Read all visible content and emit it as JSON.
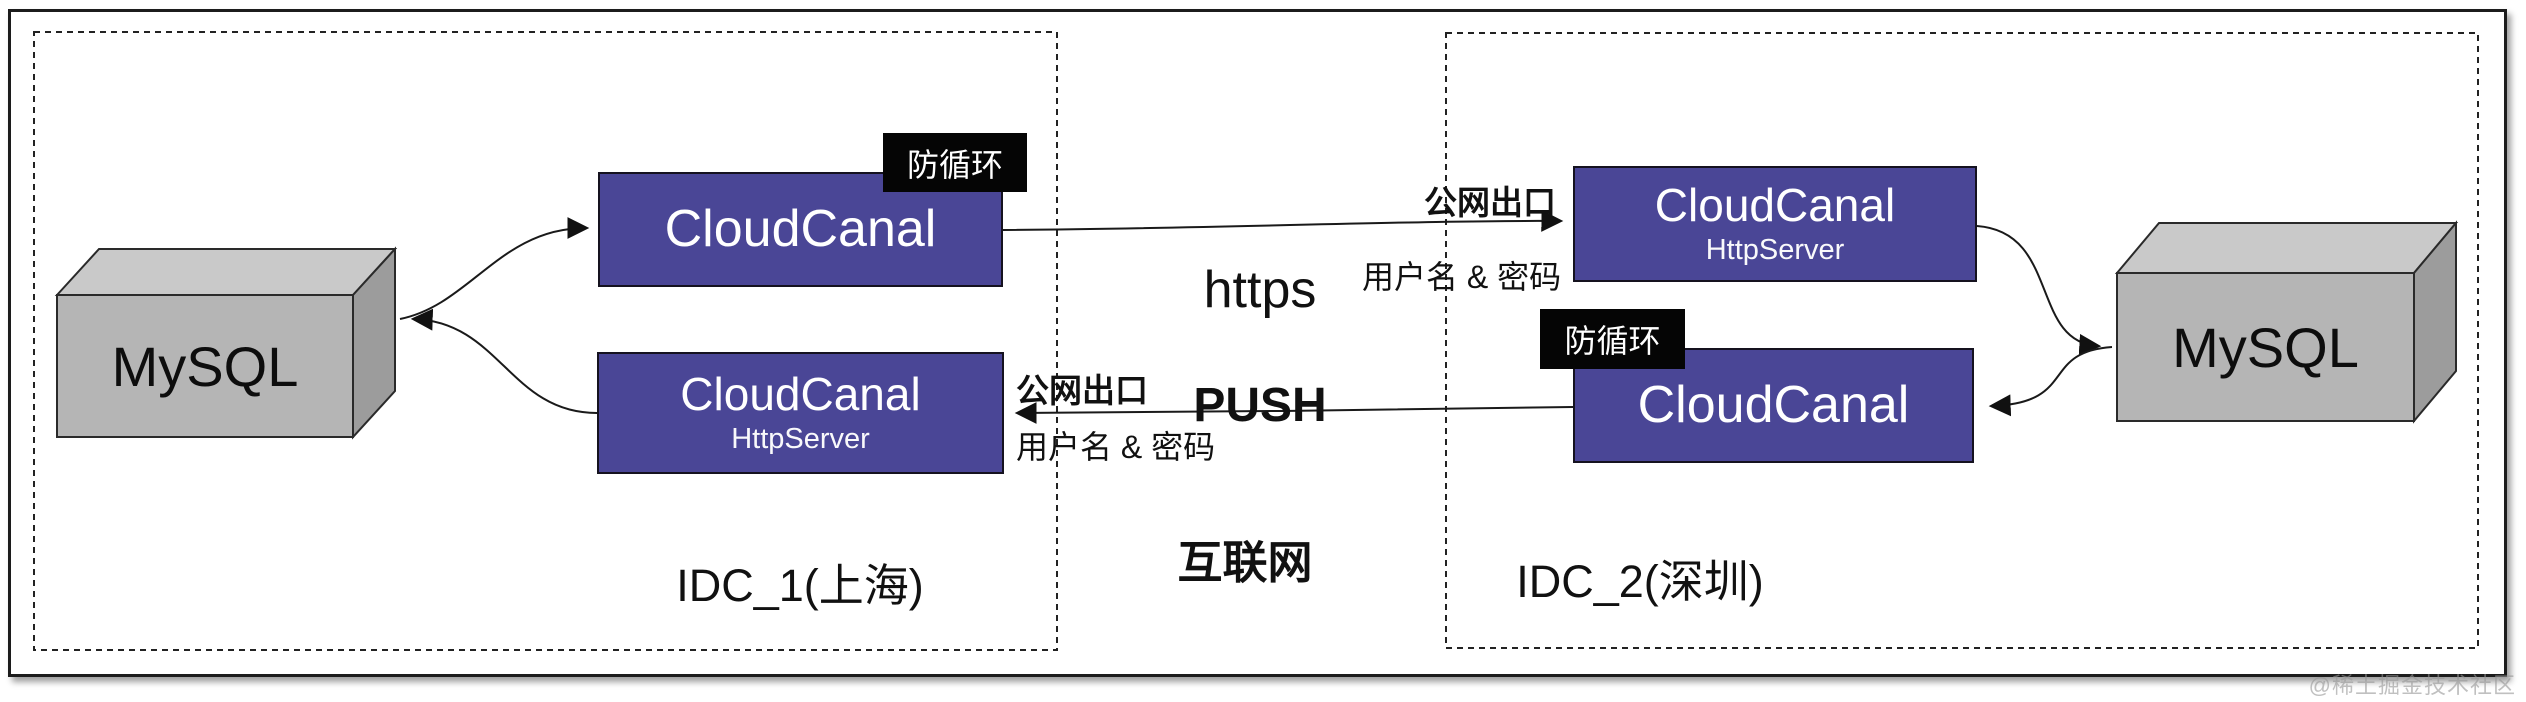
{
  "diagram": {
    "idc1": {
      "label": "IDC_1(上海)"
    },
    "idc2": {
      "label": "IDC_2(深圳)"
    },
    "internet_label": "互联网",
    "mysql_left": "MySQL",
    "mysql_right": "MySQL",
    "nodes": {
      "cc1": {
        "title": "CloudCanal"
      },
      "cc2": {
        "title": "CloudCanal",
        "subtitle": "HttpServer"
      },
      "cc3": {
        "title": "CloudCanal",
        "subtitle": "HttpServer"
      },
      "cc4": {
        "title": "CloudCanal"
      }
    },
    "badges": {
      "anti_loop_left": "防循环",
      "anti_loop_right": "防循环"
    },
    "links": {
      "https_label": "https",
      "push_label": "PUSH",
      "egress_right": "公网出口",
      "cred_right": "用户名 & 密码",
      "egress_left": "公网出口",
      "cred_left": "用户名 & 密码"
    },
    "colors": {
      "node_purple": "#4a4696",
      "badge_black": "#050505",
      "mysql_front": "#b5b5b5",
      "mysql_top": "#c9c9c9",
      "mysql_side": "#9c9c9c",
      "line": "#1a1a1a"
    },
    "watermark": "@稀土掘金技术社区"
  }
}
